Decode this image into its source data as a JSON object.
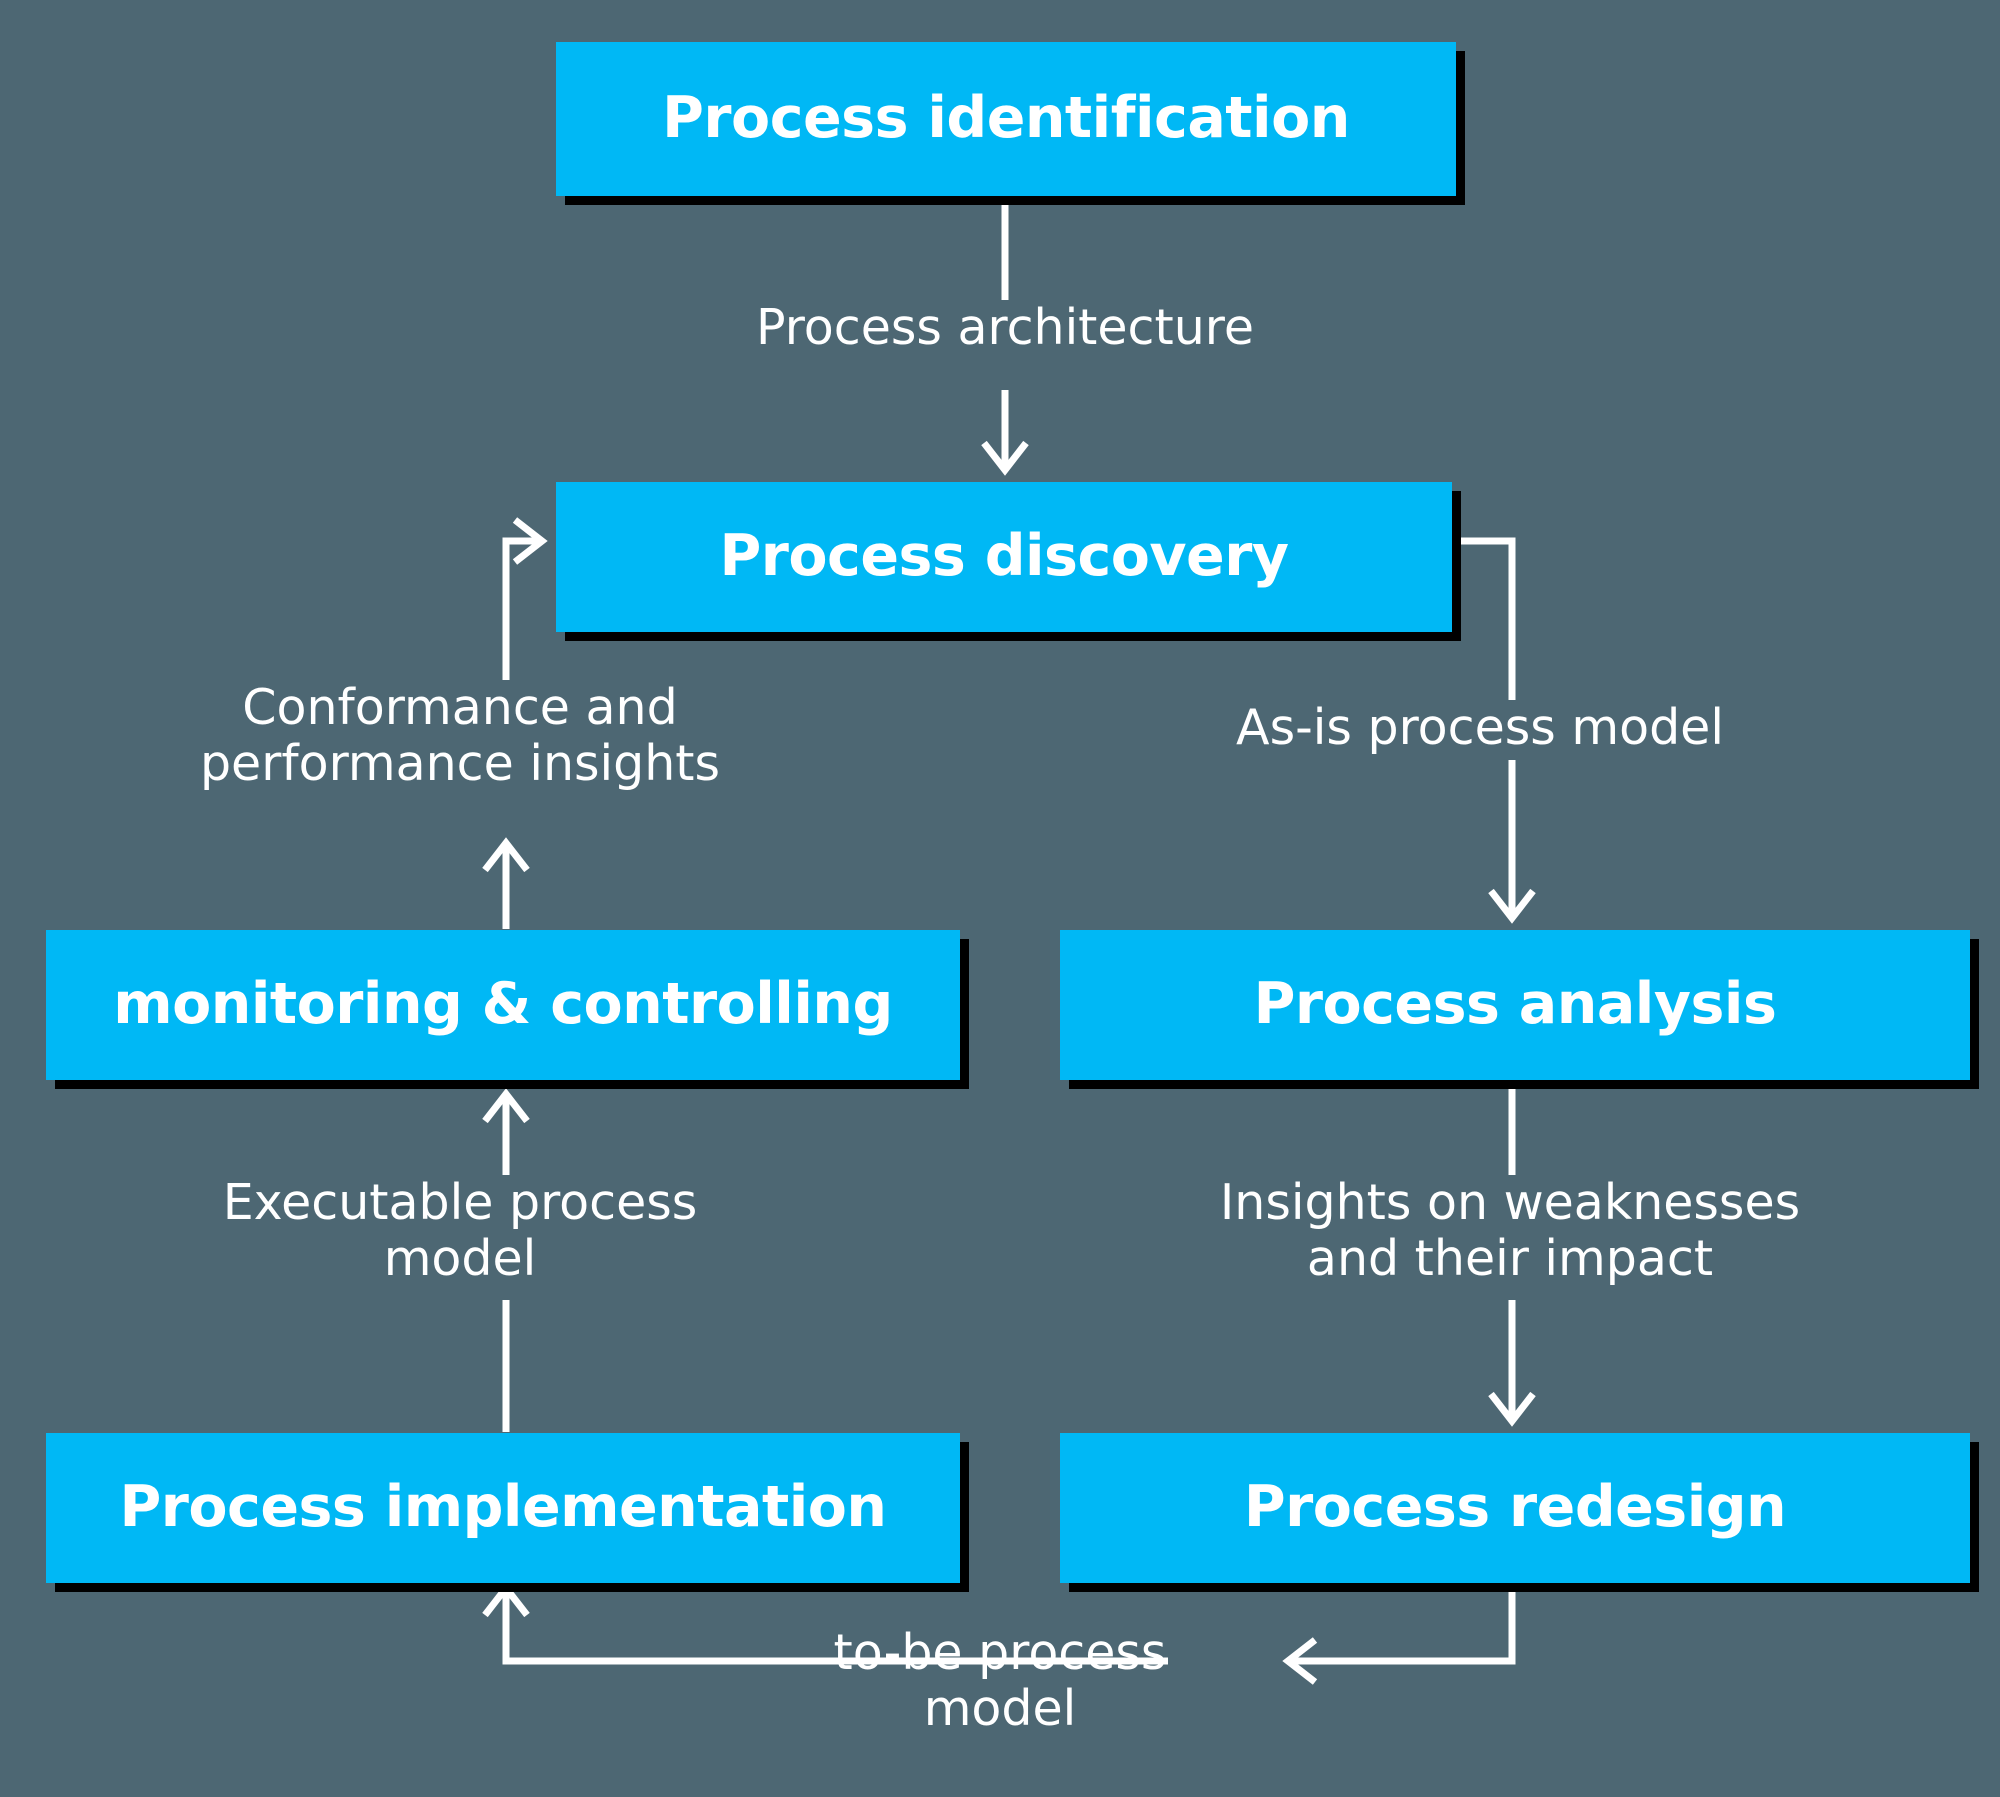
{
  "diagram": {
    "title": "Business Process Management lifecycle",
    "background_color": "#4d6773",
    "node_color": "#00b8f5",
    "node_text_color": "#ffffff",
    "edge_color": "#ffffff"
  },
  "nodes": [
    {
      "id": "identification",
      "label": "Process identification"
    },
    {
      "id": "discovery",
      "label": "Process discovery"
    },
    {
      "id": "monitoring",
      "label": "monitoring & controlling"
    },
    {
      "id": "analysis",
      "label": "Process analysis"
    },
    {
      "id": "implementation",
      "label": "Process implementation"
    },
    {
      "id": "redesign",
      "label": "Process redesign"
    }
  ],
  "edges": [
    {
      "id": "architecture",
      "from": "identification",
      "to": "discovery",
      "label": "Process architecture"
    },
    {
      "id": "asis",
      "from": "discovery",
      "to": "analysis",
      "label": "As-is process model"
    },
    {
      "id": "weaknesses",
      "from": "analysis",
      "to": "redesign",
      "label": "Insights on weaknesses\nand their impact"
    },
    {
      "id": "tobe",
      "from": "redesign",
      "to": "implementation",
      "label": "to-be process\nmodel"
    },
    {
      "id": "executable",
      "from": "implementation",
      "to": "monitoring",
      "label": "Executable process\nmodel"
    },
    {
      "id": "conformance",
      "from": "monitoring",
      "to": "discovery",
      "label": "Conformance and\nperformance insights"
    }
  ]
}
